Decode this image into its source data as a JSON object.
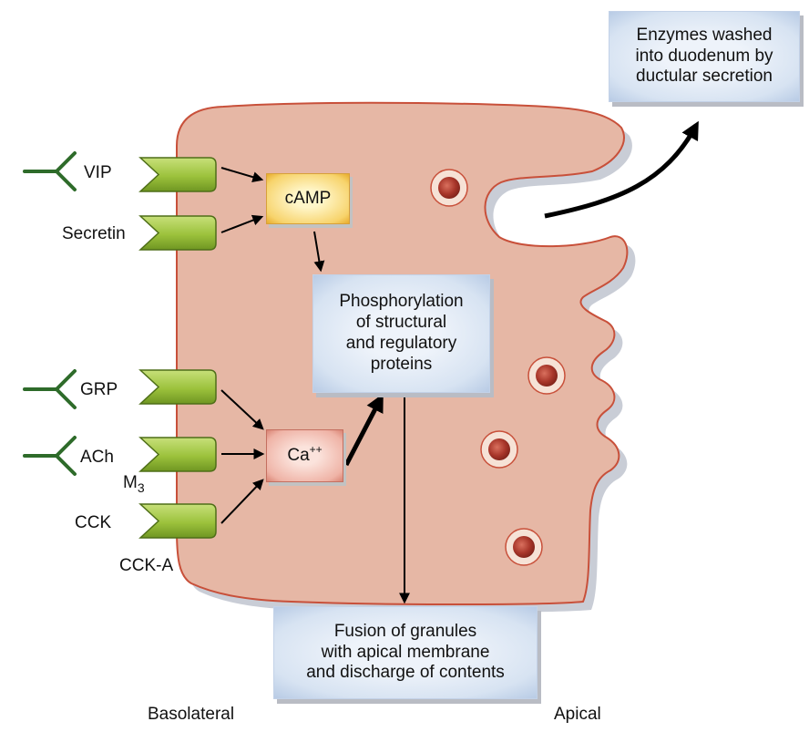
{
  "ligands": {
    "vip": "VIP",
    "secretin": "Secretin",
    "grp": "GRP",
    "ach": "ACh",
    "cck": "CCK"
  },
  "receptor_subtypes": {
    "m_letter": "M",
    "m_subscript": "3",
    "cck_a": "CCK-A"
  },
  "messengers": {
    "camp": "cAMP",
    "ca_base": "Ca",
    "ca_charge": "++"
  },
  "boxes": {
    "phosphorylation": "Phosphorylation\nof structural\nand regulatory\nproteins",
    "fusion": "Fusion of granules\nwith apical membrane\nand discharge of contents",
    "enzymes": "Enzymes washed\ninto duodenum by\nductular secretion"
  },
  "sides": {
    "basolateral": "Basolateral",
    "apical": "Apical"
  },
  "colors": {
    "cell_fill": "#e6b7a5",
    "cell_outline": "#c8503a",
    "receptor_green": "#9cc23c",
    "ligand_green": "#2e6b2a",
    "granule": "#a8362a"
  }
}
